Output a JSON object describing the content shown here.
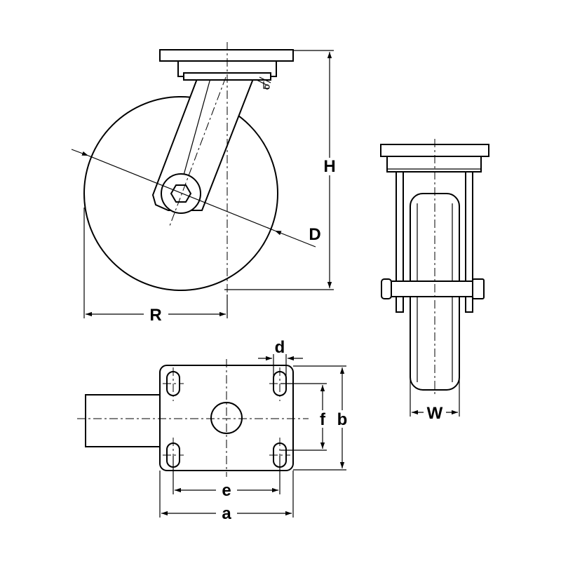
{
  "labels": {
    "H": "H",
    "D": "D",
    "R": "R",
    "W": "W",
    "d": "d",
    "f": "f",
    "b": "b",
    "e": "e",
    "a": "a"
  }
}
